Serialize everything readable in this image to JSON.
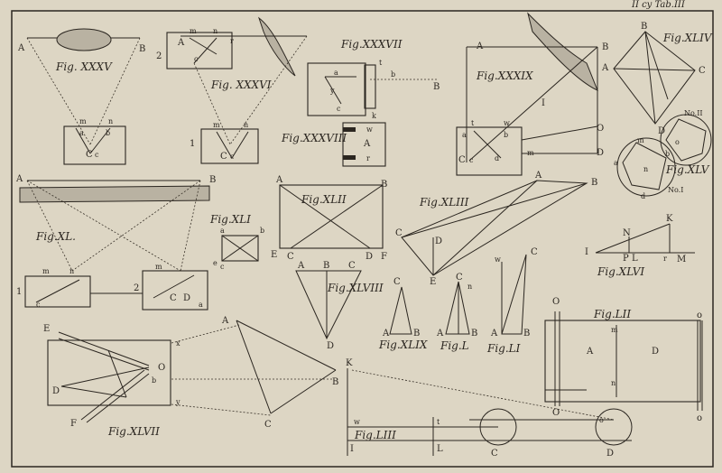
{
  "corner_text": "II cy Tab.III",
  "figures": {
    "f35": {
      "title": "Fig. XXXV",
      "labels": [
        "A",
        "B",
        "m",
        "n",
        "a",
        "b",
        "C",
        "c"
      ]
    },
    "f36": {
      "title": "Fig. XXXVI",
      "labels": [
        "A",
        "m",
        "n",
        "r",
        "c",
        "2",
        "1",
        "m",
        "n",
        "C",
        "c"
      ]
    },
    "f37": {
      "title": "Fig.XXXVII",
      "labels": [
        "a",
        "t",
        "b",
        "B",
        "c",
        "y",
        "k"
      ]
    },
    "f38": {
      "title": "Fig.XXXVIII",
      "labels": [
        "w",
        "A",
        "r"
      ]
    },
    "f39": {
      "title": "Fig.XXXIX",
      "labels": [
        "A",
        "B",
        "I",
        "t",
        "w",
        "a",
        "b",
        "O",
        "C",
        "c",
        "d",
        "m",
        "D"
      ]
    },
    "f44": {
      "title": "Fig.XLIV",
      "labels": [
        "B",
        "A",
        "C",
        "D"
      ]
    },
    "f45": {
      "title": "Fig.XLV",
      "labels": [
        "No.II",
        "No.I",
        "m",
        "a",
        "n",
        "b",
        "d",
        "o"
      ]
    },
    "f40": {
      "title": "Fig.XL.",
      "labels": [
        "A",
        "B",
        "m",
        "n",
        "1",
        "c",
        "2",
        "m",
        "C",
        "D",
        "a"
      ]
    },
    "f41": {
      "title": "Fig.XLI",
      "labels": [
        "a",
        "b",
        "c",
        "e"
      ]
    },
    "f42": {
      "title": "Fig.XLII",
      "labels": [
        "A",
        "B",
        "E",
        "C",
        "D",
        "F"
      ]
    },
    "f43": {
      "title": "Fig.XLIII",
      "labels": [
        "A",
        "B",
        "C",
        "D",
        "E"
      ]
    },
    "f46": {
      "title": "Fig.XLVI",
      "labels": [
        "K",
        "N",
        "I",
        "P",
        "L",
        "r",
        "M"
      ]
    },
    "f48": {
      "title": "Fig.XLVIII",
      "labels": [
        "A",
        "B",
        "C",
        "D"
      ]
    },
    "f49": {
      "title": "Fig.XLIX",
      "labels": [
        "C",
        "A",
        "B"
      ]
    },
    "f50": {
      "title": "Fig.L",
      "labels": [
        "C",
        "n",
        "A",
        "B"
      ]
    },
    "f51": {
      "title": "Fig.LI",
      "labels": [
        "C",
        "w",
        "A",
        "B"
      ]
    },
    "f52": {
      "title": "Fig.LII",
      "labels": [
        "O",
        "o",
        "m",
        "A",
        "D",
        "n",
        "O",
        "o"
      ]
    },
    "f47": {
      "title": "Fig.XLVII",
      "labels": [
        "E",
        "A",
        "x",
        "O",
        "D",
        "b",
        "B",
        "y",
        "F",
        "C"
      ]
    },
    "f53": {
      "title": "Fig.LIII",
      "labels": [
        "K",
        "w",
        "t",
        "L",
        "I",
        "C",
        "D",
        "o"
      ]
    }
  }
}
